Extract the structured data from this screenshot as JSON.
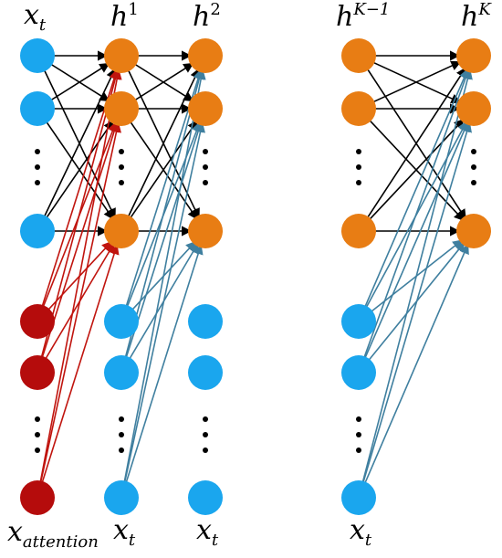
{
  "labels": {
    "x_t_top": {
      "base": "x",
      "sub": "t"
    },
    "h1": {
      "base": "h",
      "sup": "1"
    },
    "h2": {
      "base": "h",
      "sup": "2"
    },
    "hk1": {
      "base": "h",
      "sup": "K−1"
    },
    "hk": {
      "base": "h",
      "sup": "K"
    },
    "x_attention": {
      "base": "x",
      "sub": "attention"
    },
    "x_t_bottom_1": {
      "base": "x",
      "sub": "t"
    },
    "x_t_bottom_2": {
      "base": "x",
      "sub": "t"
    },
    "x_t_bottom_3": {
      "base": "x",
      "sub": "t"
    }
  },
  "colors": {
    "input_node": "#1aa6ee",
    "hidden_node": "#e87d14",
    "attention_node": "#b50c0c",
    "black_edge": "#000000",
    "red_edge": "#c0140e",
    "blue_edge": "#3f7f9f",
    "dots": "#000000"
  }
}
